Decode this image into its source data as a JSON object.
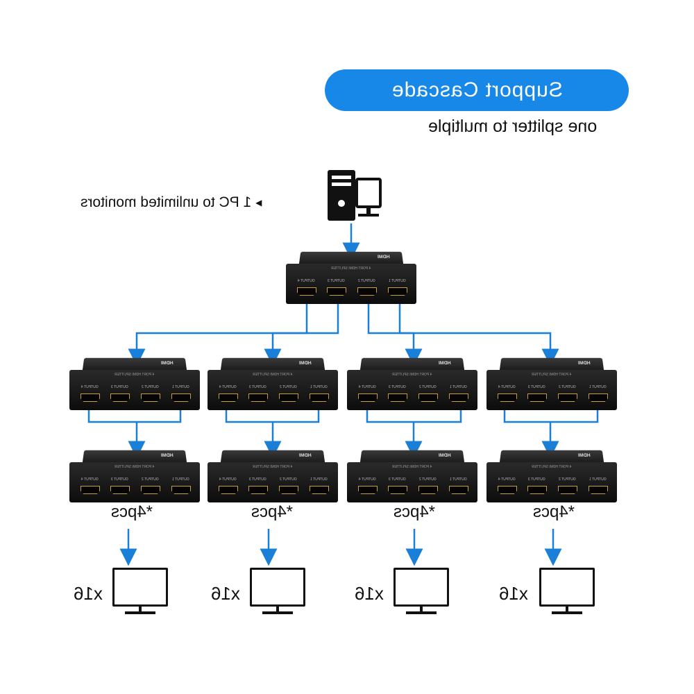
{
  "heading": "Support Cascade",
  "subheading": "one splitter to multiple",
  "pc_caption": "1 PC to unlimited monitors",
  "splitter": {
    "brand": "HDMI",
    "model": "4 PORT HDMI SPLITTER",
    "ports": [
      "OUTPUT 1",
      "OUTPUT 2",
      "OUTPUT 3",
      "OUTPUT 4"
    ]
  },
  "groups": [
    {
      "count_label": "*4pcs",
      "monitor_label": "x16"
    },
    {
      "count_label": "*4pcs",
      "monitor_label": "x16"
    },
    {
      "count_label": "*4pcs",
      "monitor_label": "x16"
    },
    {
      "count_label": "*4pcs",
      "monitor_label": "x16"
    }
  ],
  "colors": {
    "accent": "#1888e8",
    "connector": "#1a7fd6",
    "device": "#1c1c1c",
    "port_trim": "#c9a13a"
  },
  "icons": [
    "desktop-pc-icon",
    "monitor-icon",
    "arrow-down-icon",
    "triangle-pointer-icon"
  ],
  "mirrored_image": true
}
